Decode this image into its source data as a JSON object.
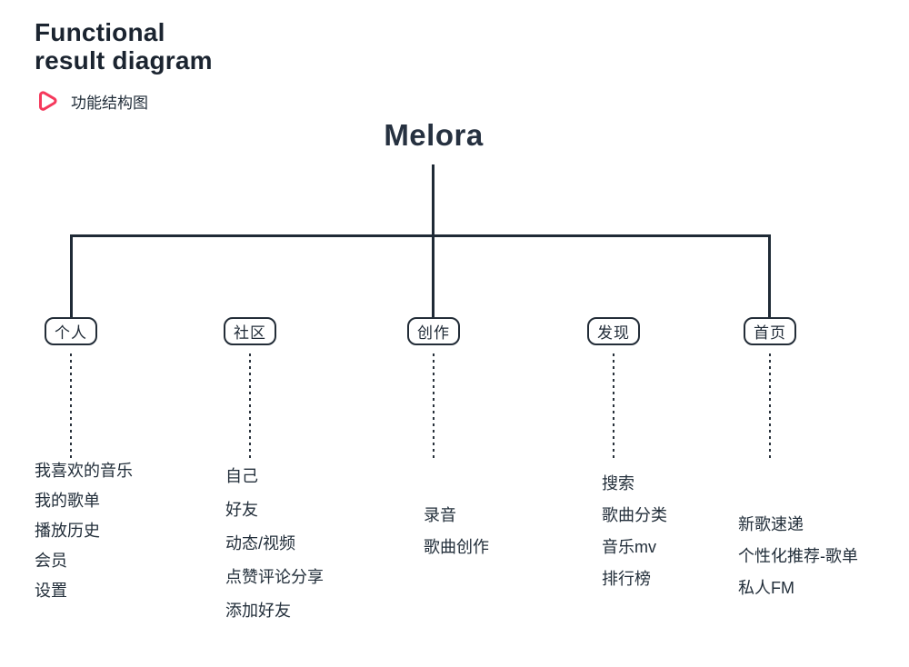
{
  "header": {
    "title_lines": [
      "Functional",
      "result diagram"
    ],
    "subtitle": "功能结构图",
    "icon": "play-outline-icon",
    "accent_color": "#f5395c",
    "text_color": "#1b2430"
  },
  "diagram": {
    "root_label": "Melora",
    "line_color": "#1f2a36",
    "nodes": [
      {
        "label": "个人",
        "items": [
          "我喜欢的音乐",
          "我的歌单",
          "播放历史",
          "会员",
          "设置"
        ]
      },
      {
        "label": "社区",
        "items": [
          "自己",
          "好友",
          "动态/视频",
          "点赞评论分享",
          "添加好友"
        ]
      },
      {
        "label": "创作",
        "items": [
          "录音",
          "歌曲创作"
        ]
      },
      {
        "label": "发现",
        "items": [
          "搜索",
          "歌曲分类",
          "音乐mv",
          "排行榜"
        ]
      },
      {
        "label": "首页",
        "items": [
          "新歌速递",
          "个性化推荐-歌单",
          "私人FM"
        ]
      }
    ]
  }
}
